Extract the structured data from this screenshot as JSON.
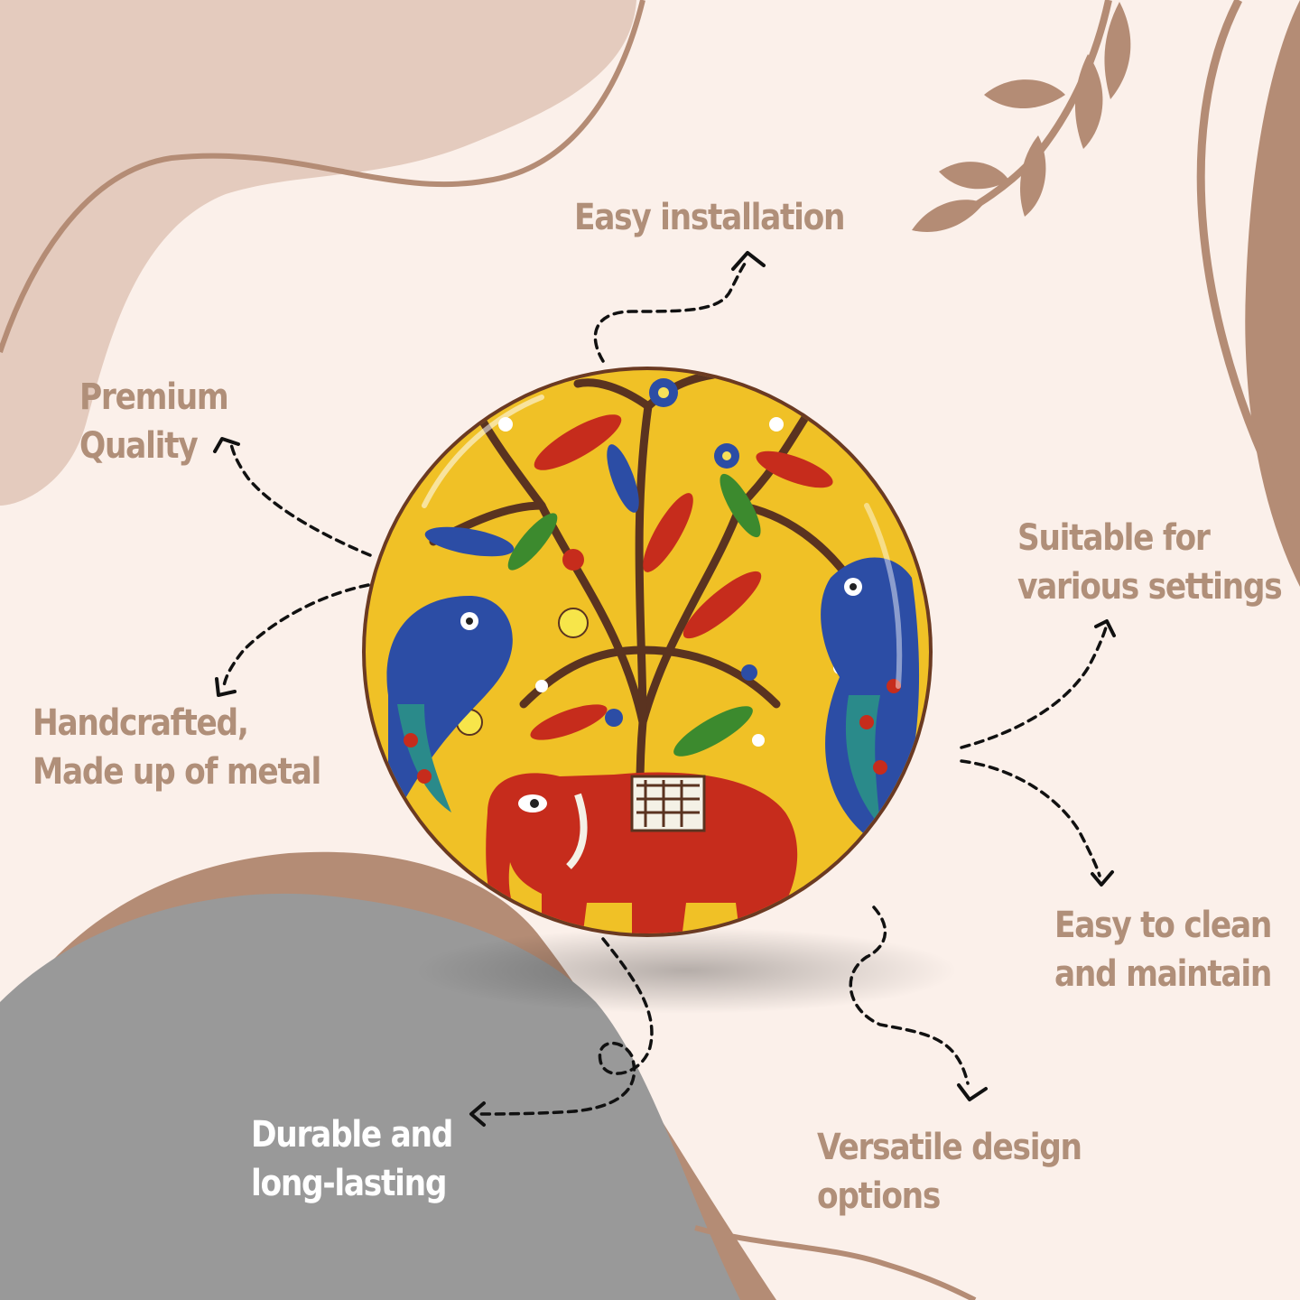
{
  "colors": {
    "background": "#fbf0ea",
    "brown": "#b48c75",
    "light_brown": "#e4cbbe",
    "gray": "#999999",
    "text_brown": "#b08f79",
    "text_light": "#ffffff",
    "plate_yellow": "#f0c126",
    "plate_red": "#c62c1c",
    "plate_blue": "#2c4da5",
    "plate_green": "#3c8a2e",
    "tree_brown": "#5a3320"
  },
  "features": {
    "easy_installation": {
      "line1": "Easy installation"
    },
    "premium_quality": {
      "line1": "Premium",
      "line2": "Quality"
    },
    "suitable": {
      "line1": "Suitable for",
      "line2": "various settings"
    },
    "handcrafted": {
      "line1": "Handcrafted,",
      "line2": "Made up of metal"
    },
    "easy_clean": {
      "line1": "Easy to clean",
      "line2": "and maintain"
    },
    "durable": {
      "line1": "Durable and",
      "line2": "long-lasting"
    },
    "versatile": {
      "line1": "Versatile design",
      "line2": "options"
    }
  },
  "icons": {
    "leaf_branch": "leaf-branch-icon",
    "arrowhead": "chevron-arrowhead-icon",
    "plate": "madhubani-plate-art"
  }
}
